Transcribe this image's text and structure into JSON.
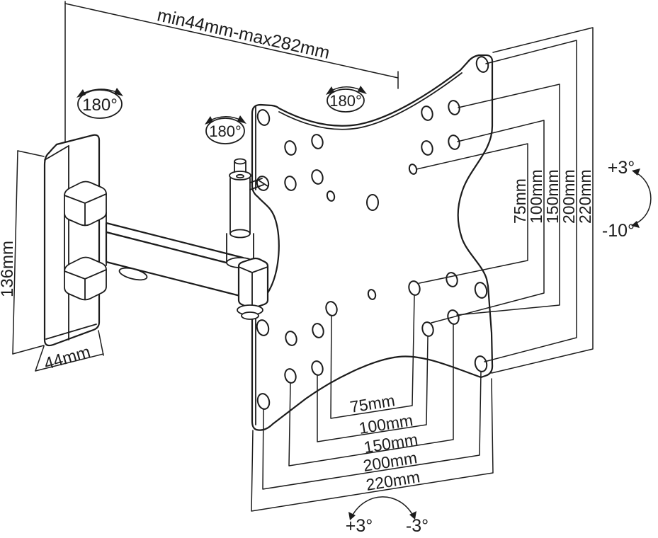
{
  "labels": {
    "extension_range": "min44mm-max282mm",
    "rotation_wall": "180°",
    "rotation_mid": "180°",
    "rotation_front": "180°",
    "wall_plate_height": "136mm",
    "wall_plate_depth": "44mm",
    "tilt_up": "+3°",
    "tilt_down": "-10°",
    "level_left": "+3°",
    "level_right": "-3°",
    "vesa_vertical": [
      "75mm",
      "100mm",
      "150mm",
      "200mm",
      "220mm"
    ],
    "vesa_horizontal": [
      "75mm",
      "100mm",
      "150mm",
      "200mm",
      "220mm"
    ]
  },
  "colors": {
    "line": "#1c1c1c",
    "background": "#ffffff"
  }
}
